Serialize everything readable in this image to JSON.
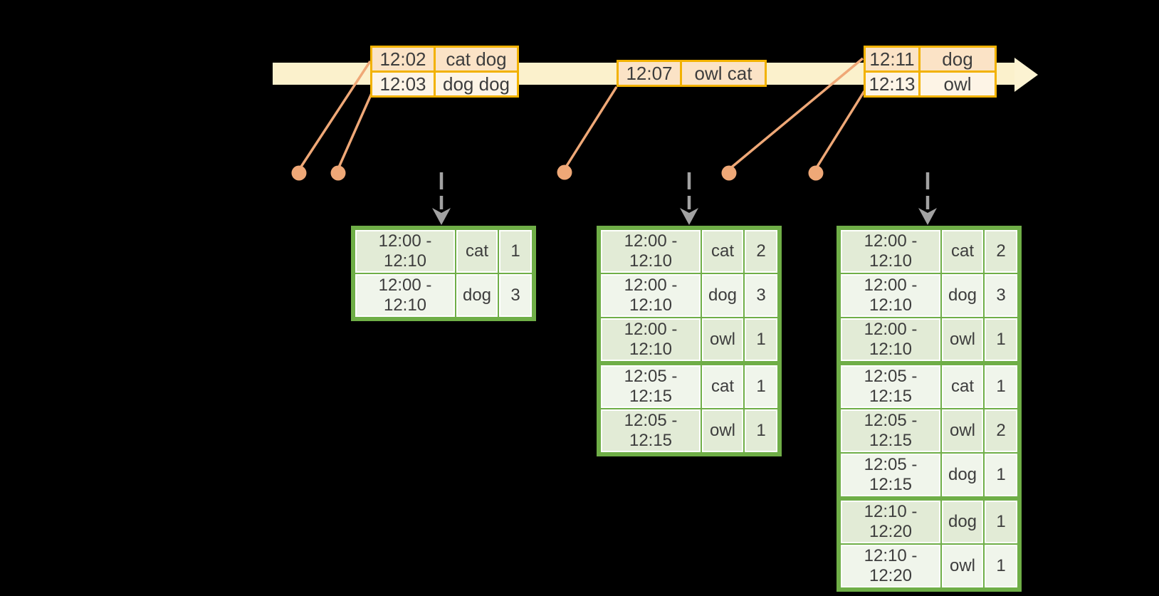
{
  "diagram": {
    "background": "#000000",
    "colors": {
      "timeline_fill": "#fbf1cc",
      "event_table_border": "#f2b200",
      "event_row_dark_fill": "#fbe3c6",
      "event_row_light_fill": "#fdf4e6",
      "marker_dot_and_line": "#efa877",
      "trigger_arrow_gray": "#a2a2a2",
      "result_table_border": "#6fae47",
      "result_row_dark_fill": "#e2ebd6",
      "result_row_light_fill": "#f0f5eb",
      "text": "#3d3d3d"
    },
    "event_batches": [
      {
        "rows": [
          {
            "time": "12:02",
            "words": "cat dog"
          },
          {
            "time": "12:03",
            "words": "dog dog"
          }
        ]
      },
      {
        "rows": [
          {
            "time": "12:07",
            "words": "owl cat"
          }
        ]
      },
      {
        "rows": [
          {
            "time": "12:11",
            "words": "dog"
          },
          {
            "time": "12:13",
            "words": "owl"
          }
        ]
      }
    ],
    "result_tables": [
      {
        "rows": [
          {
            "window": "12:00 - 12:10",
            "word": "cat",
            "count": "1"
          },
          {
            "window": "12:00 - 12:10",
            "word": "dog",
            "count": "3"
          }
        ]
      },
      {
        "rows": [
          {
            "window": "12:00 - 12:10",
            "word": "cat",
            "count": "2"
          },
          {
            "window": "12:00 - 12:10",
            "word": "dog",
            "count": "3"
          },
          {
            "window": "12:00 - 12:10",
            "word": "owl",
            "count": "1"
          },
          {
            "window": "12:05 - 12:15",
            "word": "cat",
            "count": "1"
          },
          {
            "window": "12:05 - 12:15",
            "word": "owl",
            "count": "1"
          }
        ]
      },
      {
        "rows": [
          {
            "window": "12:00 - 12:10",
            "word": "cat",
            "count": "2"
          },
          {
            "window": "12:00 - 12:10",
            "word": "dog",
            "count": "3"
          },
          {
            "window": "12:00 - 12:10",
            "word": "owl",
            "count": "1"
          },
          {
            "window": "12:05 - 12:15",
            "word": "cat",
            "count": "1"
          },
          {
            "window": "12:05 - 12:15",
            "word": "owl",
            "count": "2"
          },
          {
            "window": "12:05 - 12:15",
            "word": "dog",
            "count": "1"
          },
          {
            "window": "12:10 - 12:20",
            "word": "dog",
            "count": "1"
          },
          {
            "window": "12:10 - 12:20",
            "word": "owl",
            "count": "1"
          }
        ]
      }
    ]
  }
}
